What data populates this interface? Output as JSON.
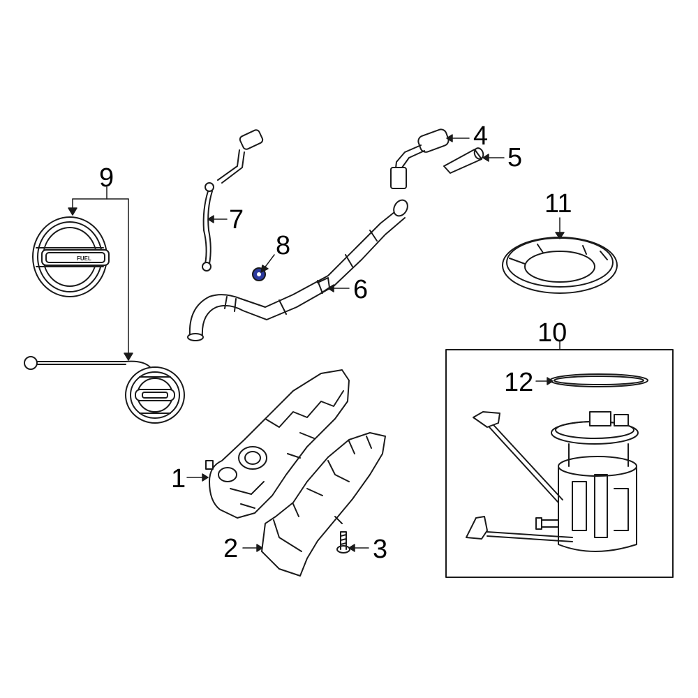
{
  "callouts": {
    "c1": "1",
    "c2": "2",
    "c3": "3",
    "c4": "4",
    "c5": "5",
    "c6": "6",
    "c7": "7",
    "c8": "8",
    "c9": "9",
    "c10": "10",
    "c11": "11",
    "c12": "12"
  },
  "parts": {
    "fuel_door_text": "FUEL"
  },
  "colors": {
    "line": "#1a1a1a",
    "highlight": "#2c3a9e",
    "background": "#ffffff"
  }
}
